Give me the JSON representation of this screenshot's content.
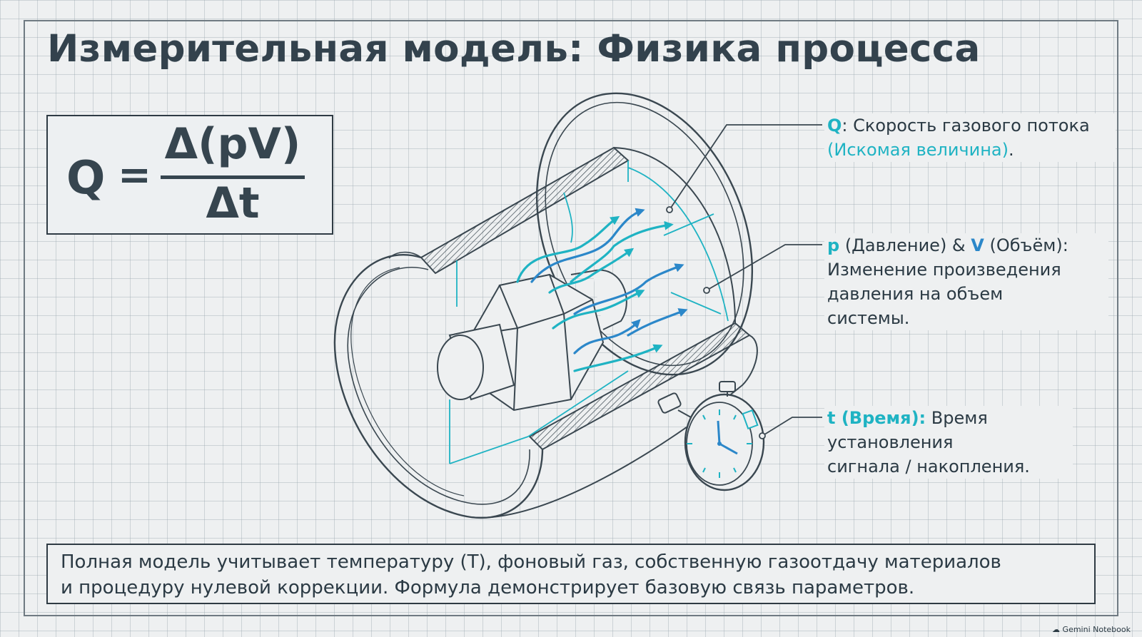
{
  "title": "Измерительная модель: Физика процесса",
  "formula": {
    "lhs": "Q",
    "eq": "=",
    "numerator": "Δ(pV)",
    "denominator": "Δt"
  },
  "callouts": {
    "q": {
      "symbol": "Q",
      "text": ": Скорость газового потока",
      "note": "(Искомая величина)",
      "end": "."
    },
    "pv": {
      "p_symbol": "p",
      "p_text": " (Давление) & ",
      "v_symbol": "V",
      "v_text": " (Объём):",
      "line2": "Изменение произведения",
      "line3": "давления на объем",
      "line4": "системы."
    },
    "t": {
      "symbol": "t (Время):",
      "text": " Время",
      "line2": "установления",
      "line3": "сигнала / накопления."
    }
  },
  "footer": {
    "line1": "Полная модель учитывает температуру (T), фоновый газ, собственную газоотдачу материалов",
    "line2": "и процедуру нулевой коррекции. Формула демонстрирует базовую связь параметров."
  },
  "watermark": "Gemini Notebook",
  "colors": {
    "teal": "#1fb3c3",
    "blue": "#2b87c9",
    "ink": "#2b3a44"
  }
}
